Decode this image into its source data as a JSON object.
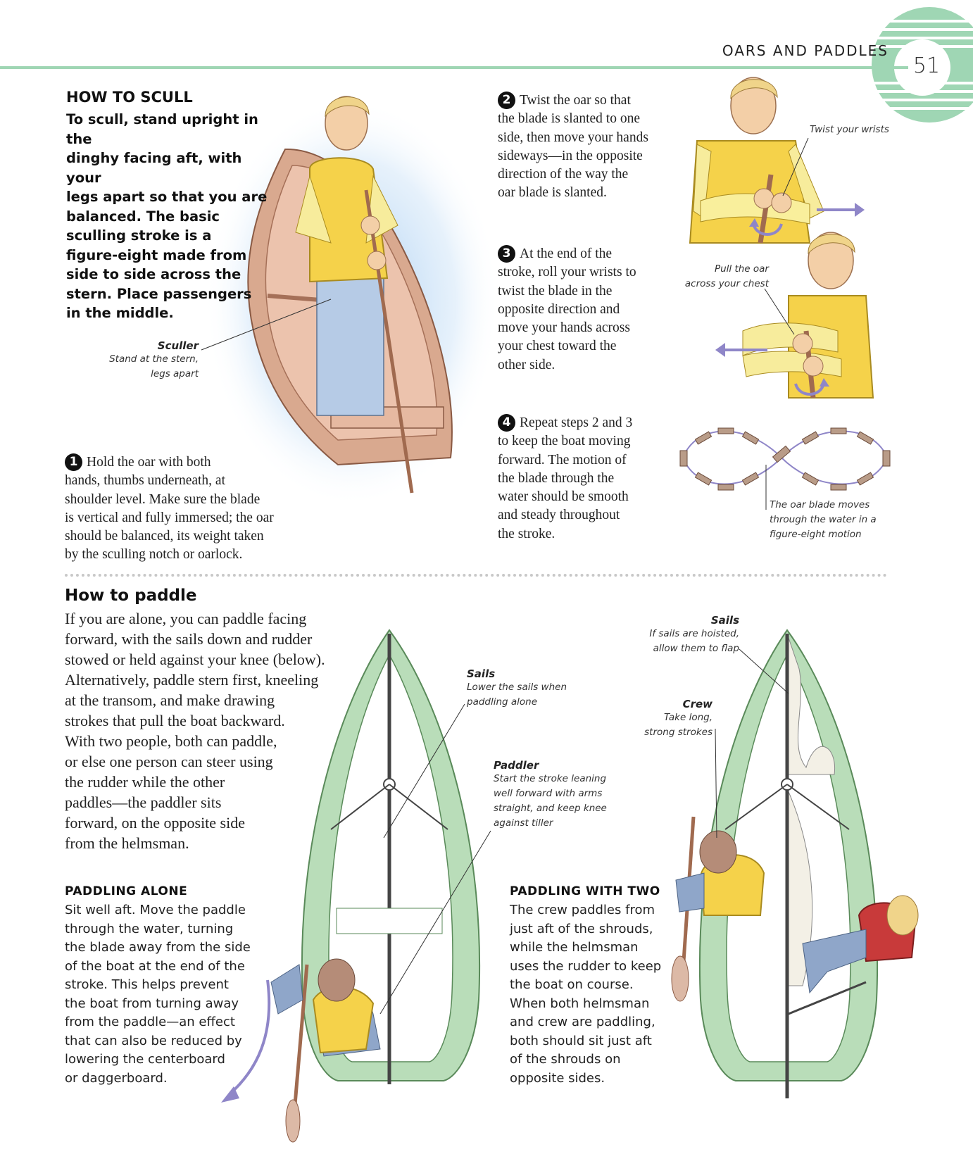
{
  "header": {
    "running_head": "OARS AND PADDLES",
    "page_number": "51"
  },
  "scull": {
    "heading": "HOW TO SCULL",
    "lead": [
      "To scull, stand upright in the",
      "dinghy facing aft, with your",
      "legs apart so that you are",
      "balanced. The basic",
      "sculling stroke is a",
      "figure-eight made from",
      "side to side across the",
      "stern. Place passengers",
      "in the middle."
    ],
    "sculler_label": {
      "title": "Sculler",
      "lines": [
        "Stand at the stern,",
        "legs apart"
      ]
    },
    "steps": [
      {
        "number": "1",
        "lines": [
          "Hold the oar with both",
          "hands, thumbs underneath, at",
          "shoulder level. Make sure the blade",
          "is vertical and fully immersed; the oar",
          "should be balanced, its weight taken",
          "by the sculling notch or oarlock."
        ]
      },
      {
        "number": "2",
        "lines": [
          "Twist the oar so that",
          "the blade is slanted to one",
          "side, then move your hands",
          "sideways—in the opposite",
          "direction of the way the",
          "oar blade is slanted."
        ]
      },
      {
        "number": "3",
        "lines": [
          "At the end of the",
          "stroke, roll your wrists to",
          "twist the blade in the",
          "opposite direction and",
          "move your hands across",
          "your chest toward the",
          "other side."
        ]
      },
      {
        "number": "4",
        "lines": [
          "Repeat steps 2 and 3",
          "to keep the boat moving",
          "forward. The motion of",
          "the blade through the",
          "water should be smooth",
          "and steady throughout",
          "the stroke."
        ]
      }
    ],
    "captions": {
      "twist": "Twist your wrists",
      "pull": [
        "Pull the oar",
        "across your chest"
      ],
      "motion": [
        "The oar blade moves",
        "through the water in a",
        "figure-eight motion"
      ]
    }
  },
  "paddle": {
    "heading": "How to paddle",
    "intro": [
      "If you are alone, you can paddle facing",
      "forward, with the sails down and rudder",
      "stowed or held against your knee (below).",
      "Alternatively, paddle stern first, kneeling",
      "at the transom, and make drawing",
      "strokes that pull the boat backward.",
      "With two people, both can paddle,",
      "or else one person can steer using",
      "the rudder while the other",
      "paddles—the paddler sits",
      "forward, on the opposite side",
      "from the helmsman."
    ],
    "alone": {
      "heading": "PADDLING ALONE",
      "lines": [
        "Sit well aft. Move the paddle",
        "through the water, turning",
        "the blade away from the side",
        "of the boat at the end of the",
        "stroke. This helps prevent",
        "the boat from turning away",
        "from the paddle—an effect",
        "that can also be reduced by",
        "lowering the centerboard",
        "or daggerboard."
      ]
    },
    "two": {
      "heading": "PADDLING WITH TWO",
      "lines": [
        "The crew paddles from",
        "just aft of the shrouds,",
        "while the helmsman",
        "uses the rudder to keep",
        "the boat on course.",
        "When both helmsman",
        "and crew are paddling,",
        "both should sit just aft",
        "of the shrouds on",
        "opposite sides."
      ]
    },
    "labels": {
      "sails_left": {
        "title": "Sails",
        "lines": [
          "Lower the sails when",
          "paddling alone"
        ]
      },
      "paddler": {
        "title": "Paddler",
        "lines": [
          "Start the stroke leaning",
          "well forward with arms",
          "straight, and keep knee",
          "against tiller"
        ]
      },
      "sails_right": {
        "title": "Sails",
        "lines": [
          "If sails are hoisted,",
          "allow them to flap"
        ]
      },
      "crew": {
        "title": "Crew",
        "lines": [
          "Take long,",
          "strong strokes"
        ]
      }
    }
  },
  "colors": {
    "accent_green": "#9fd6b4",
    "hull_green": "#b9ddb9",
    "vest_yellow": "#f5d24a",
    "arrow_purple": "#8f86c8",
    "boat_pink": "#dca98e"
  }
}
